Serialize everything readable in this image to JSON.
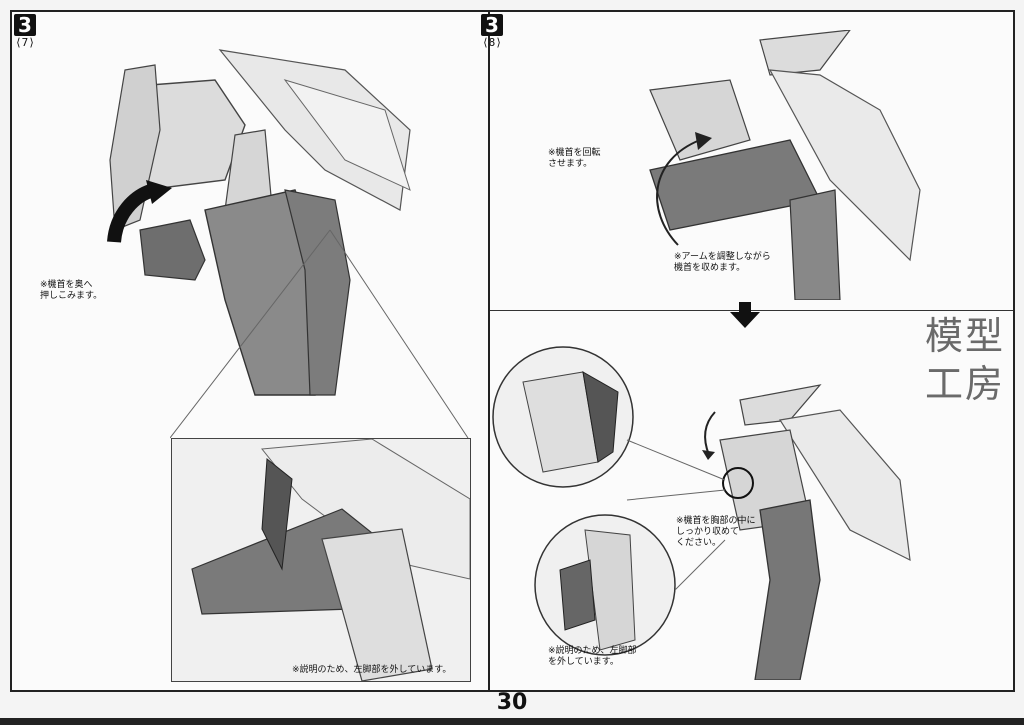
{
  "left_panel": {
    "step_number": "3",
    "step_sub": "⟨7⟩",
    "note_push": "※機首を奥へ\n押しこみます。",
    "caption": "※説明のため、左脚部を外しています。"
  },
  "right_panel_top": {
    "step_number": "3",
    "step_sub": "⟨8⟩",
    "note_rotate": "※機首を回転\nさせます。",
    "note_adjust": "※アームを調整しながら\n機首を収めます。"
  },
  "right_panel_bottom": {
    "note_chest": "※機首を胸部の中に\nしっかり収めて\nください。",
    "caption": "※説明のため、左脚部\nを外しています。"
  },
  "watermark": {
    "line1": "模型",
    "line2": "工房"
  },
  "page_number": "30",
  "icons": [
    "down-arrow-icon",
    "curved-arrow-icon",
    "rotate-arrow-icon"
  ]
}
